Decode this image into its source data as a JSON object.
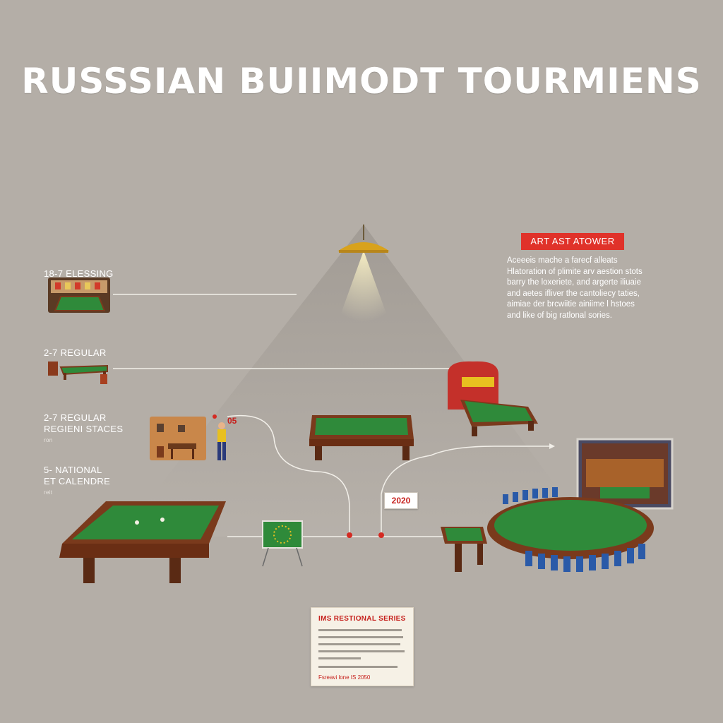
{
  "title": "RUSSSIAN BUIIMODT TOURMIENS",
  "tiers": [
    {
      "label": "18-7 ELESSING",
      "sub": ""
    },
    {
      "label": "2-7 REGULAR",
      "sub": ""
    },
    {
      "label_line1": "2-7 REGULAR",
      "label_line2": "REGIENI STACES",
      "sub": "ron"
    },
    {
      "label_line1": "5- NATIONAL",
      "label_line2": "ET CALENDRE",
      "sub": "reit"
    }
  ],
  "callout": {
    "banner": "ART AST ATOWER",
    "lines": [
      "Aceeeis mache a farecf alleats",
      "Hlatoration of plimite arv aestion stots",
      "barry the loxeriete, and argerte iliuaie",
      "and aetes ifliver the cantoliecy taties,",
      "aimiae der brcwiitie ainiime l hstoes",
      "and like of big ratlonal sories."
    ]
  },
  "markers": {
    "marker_a": "05",
    "year": "2020"
  },
  "card": {
    "title": "IMS RESTIONAL SERIES",
    "footer": "Fsreavi lone IS 2050"
  },
  "colors": {
    "background": "#b4aea7",
    "felt": "#2f8a3a",
    "wood": "#7a3a1c",
    "accent_red": "#e0322a",
    "lamp": "#d8a21c"
  }
}
